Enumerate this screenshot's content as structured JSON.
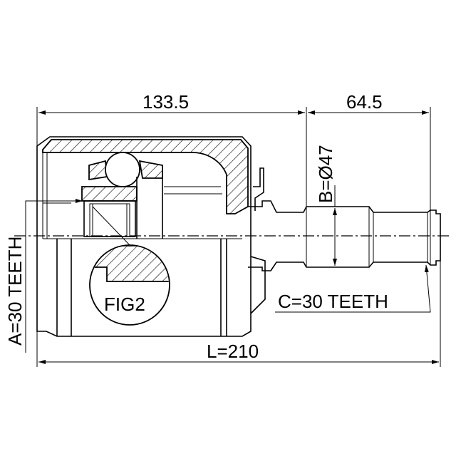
{
  "labels": {
    "housing_length": "133.5",
    "shaft_length": "64.5",
    "shaft_diameter": "B=Ø47",
    "inner_spline": "A=30 TEETH",
    "outer_spline": "C=30 TEETH",
    "total_length": "L=210",
    "figure_ref": "FIG2"
  }
}
